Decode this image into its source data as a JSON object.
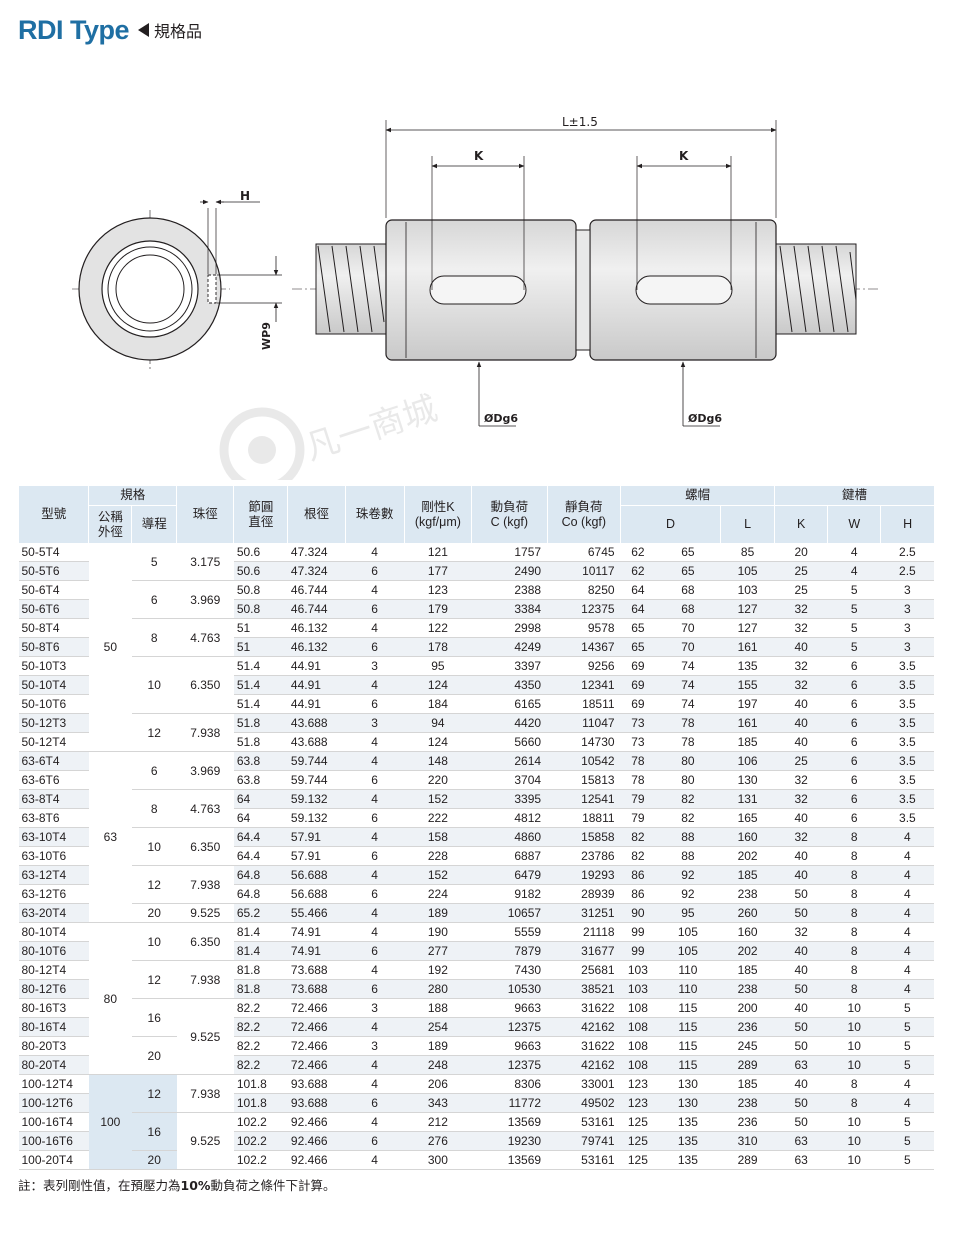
{
  "header": {
    "title": "RDI Type",
    "subtitle": "規格品"
  },
  "drawing": {
    "length_label": "L±1.5",
    "k_label": "K",
    "h_label": "H",
    "w_label": "WP9",
    "dia_label": "ØDg6"
  },
  "table": {
    "headers": {
      "model": "型號",
      "spec": "規格",
      "nominal": "公稱外徑",
      "lead": "導程",
      "ball": "珠徑",
      "pitch": "節圓直徑",
      "root": "根徑",
      "turns": "珠卷數",
      "stiffness_1": "剛性K",
      "stiffness_2": "(kgf/μm)",
      "dyn_1": "動負荷",
      "dyn_2": "C (kgf)",
      "stat_1": "靜負荷",
      "stat_2": "Co (kgf)",
      "nut": "螺帽",
      "D": "D",
      "L": "L",
      "key": "鍵槽",
      "K": "K",
      "W": "W",
      "H": "H"
    },
    "groups": [
      {
        "nominal": "50",
        "leads": [
          {
            "lead": "5",
            "ball": "3.175",
            "rows": 2
          },
          {
            "lead": "6",
            "ball": "3.969",
            "rows": 2
          },
          {
            "lead": "8",
            "ball": "4.763",
            "rows": 2
          },
          {
            "lead": "10",
            "ball": "6.350",
            "rows": 3
          },
          {
            "lead": "12",
            "ball": "7.938",
            "rows": 2
          }
        ]
      },
      {
        "nominal": "63",
        "leads": [
          {
            "lead": "6",
            "ball": "3.969",
            "rows": 2
          },
          {
            "lead": "8",
            "ball": "4.763",
            "rows": 2
          },
          {
            "lead": "10",
            "ball": "6.350",
            "rows": 2
          },
          {
            "lead": "12",
            "ball": "7.938",
            "rows": 2
          },
          {
            "lead": "20",
            "ball": "9.525",
            "rows": 1
          }
        ]
      },
      {
        "nominal": "80",
        "leads": [
          {
            "lead": "10",
            "ball": "6.350",
            "rows": 2
          },
          {
            "lead": "12",
            "ball": "7.938",
            "rows": 2
          },
          {
            "lead": "16",
            "ball": "9.525",
            "rows": 2,
            "ball_rows": 4
          },
          {
            "lead": "20",
            "ball": null,
            "rows": 2
          }
        ]
      },
      {
        "nominal": "100",
        "leads": [
          {
            "lead": "12",
            "ball": "7.938",
            "rows": 2
          },
          {
            "lead": "16",
            "ball": "9.525",
            "rows": 2,
            "ball_rows": 3
          },
          {
            "lead": "20",
            "ball": null,
            "rows": 1
          }
        ]
      }
    ],
    "rows": [
      [
        "50-5T4",
        "50.6",
        "47.324",
        "4",
        "121",
        "1757",
        "6745",
        "62",
        "65",
        "85",
        "20",
        "4",
        "2.5"
      ],
      [
        "50-5T6",
        "50.6",
        "47.324",
        "6",
        "177",
        "2490",
        "10117",
        "62",
        "65",
        "105",
        "25",
        "4",
        "2.5"
      ],
      [
        "50-6T4",
        "50.8",
        "46.744",
        "4",
        "123",
        "2388",
        "8250",
        "64",
        "68",
        "103",
        "25",
        "5",
        "3"
      ],
      [
        "50-6T6",
        "50.8",
        "46.744",
        "6",
        "179",
        "3384",
        "12375",
        "64",
        "68",
        "127",
        "32",
        "5",
        "3"
      ],
      [
        "50-8T4",
        "51",
        "46.132",
        "4",
        "122",
        "2998",
        "9578",
        "65",
        "70",
        "127",
        "32",
        "5",
        "3"
      ],
      [
        "50-8T6",
        "51",
        "46.132",
        "6",
        "178",
        "4249",
        "14367",
        "65",
        "70",
        "161",
        "40",
        "5",
        "3"
      ],
      [
        "50-10T3",
        "51.4",
        "44.91",
        "3",
        "95",
        "3397",
        "9256",
        "69",
        "74",
        "135",
        "32",
        "6",
        "3.5"
      ],
      [
        "50-10T4",
        "51.4",
        "44.91",
        "4",
        "124",
        "4350",
        "12341",
        "69",
        "74",
        "155",
        "32",
        "6",
        "3.5"
      ],
      [
        "50-10T6",
        "51.4",
        "44.91",
        "6",
        "184",
        "6165",
        "18511",
        "69",
        "74",
        "197",
        "40",
        "6",
        "3.5"
      ],
      [
        "50-12T3",
        "51.8",
        "43.688",
        "3",
        "94",
        "4420",
        "11047",
        "73",
        "78",
        "161",
        "40",
        "6",
        "3.5"
      ],
      [
        "50-12T4",
        "51.8",
        "43.688",
        "4",
        "124",
        "5660",
        "14730",
        "73",
        "78",
        "185",
        "40",
        "6",
        "3.5"
      ],
      [
        "63-6T4",
        "63.8",
        "59.744",
        "4",
        "148",
        "2614",
        "10542",
        "78",
        "80",
        "106",
        "25",
        "6",
        "3.5"
      ],
      [
        "63-6T6",
        "63.8",
        "59.744",
        "6",
        "220",
        "3704",
        "15813",
        "78",
        "80",
        "130",
        "32",
        "6",
        "3.5"
      ],
      [
        "63-8T4",
        "64",
        "59.132",
        "4",
        "152",
        "3395",
        "12541",
        "79",
        "82",
        "131",
        "32",
        "6",
        "3.5"
      ],
      [
        "63-8T6",
        "64",
        "59.132",
        "6",
        "222",
        "4812",
        "18811",
        "79",
        "82",
        "165",
        "40",
        "6",
        "3.5"
      ],
      [
        "63-10T4",
        "64.4",
        "57.91",
        "4",
        "158",
        "4860",
        "15858",
        "82",
        "88",
        "160",
        "32",
        "8",
        "4"
      ],
      [
        "63-10T6",
        "64.4",
        "57.91",
        "6",
        "228",
        "6887",
        "23786",
        "82",
        "88",
        "202",
        "40",
        "8",
        "4"
      ],
      [
        "63-12T4",
        "64.8",
        "56.688",
        "4",
        "152",
        "6479",
        "19293",
        "86",
        "92",
        "185",
        "40",
        "8",
        "4"
      ],
      [
        "63-12T6",
        "64.8",
        "56.688",
        "6",
        "224",
        "9182",
        "28939",
        "86",
        "92",
        "238",
        "50",
        "8",
        "4"
      ],
      [
        "63-20T4",
        "65.2",
        "55.466",
        "4",
        "189",
        "10657",
        "31251",
        "90",
        "95",
        "260",
        "50",
        "8",
        "4"
      ],
      [
        "80-10T4",
        "81.4",
        "74.91",
        "4",
        "190",
        "5559",
        "21118",
        "99",
        "105",
        "160",
        "32",
        "8",
        "4"
      ],
      [
        "80-10T6",
        "81.4",
        "74.91",
        "6",
        "277",
        "7879",
        "31677",
        "99",
        "105",
        "202",
        "40",
        "8",
        "4"
      ],
      [
        "80-12T4",
        "81.8",
        "73.688",
        "4",
        "192",
        "7430",
        "25681",
        "103",
        "110",
        "185",
        "40",
        "8",
        "4"
      ],
      [
        "80-12T6",
        "81.8",
        "73.688",
        "6",
        "280",
        "10530",
        "38521",
        "103",
        "110",
        "238",
        "50",
        "8",
        "4"
      ],
      [
        "80-16T3",
        "82.2",
        "72.466",
        "3",
        "188",
        "9663",
        "31622",
        "108",
        "115",
        "200",
        "40",
        "10",
        "5"
      ],
      [
        "80-16T4",
        "82.2",
        "72.466",
        "4",
        "254",
        "12375",
        "42162",
        "108",
        "115",
        "236",
        "50",
        "10",
        "5"
      ],
      [
        "80-20T3",
        "82.2",
        "72.466",
        "3",
        "189",
        "9663",
        "31622",
        "108",
        "115",
        "245",
        "50",
        "10",
        "5"
      ],
      [
        "80-20T4",
        "82.2",
        "72.466",
        "4",
        "248",
        "12375",
        "42162",
        "108",
        "115",
        "289",
        "63",
        "10",
        "5"
      ],
      [
        "100-12T4",
        "101.8",
        "93.688",
        "4",
        "206",
        "8306",
        "33001",
        "123",
        "130",
        "185",
        "40",
        "8",
        "4"
      ],
      [
        "100-12T6",
        "101.8",
        "93.688",
        "6",
        "343",
        "11772",
        "49502",
        "123",
        "130",
        "238",
        "50",
        "8",
        "4"
      ],
      [
        "100-16T4",
        "102.2",
        "92.466",
        "4",
        "212",
        "13569",
        "53161",
        "125",
        "135",
        "236",
        "50",
        "10",
        "5"
      ],
      [
        "100-16T6",
        "102.2",
        "92.466",
        "6",
        "276",
        "19230",
        "79741",
        "125",
        "135",
        "310",
        "63",
        "10",
        "5"
      ],
      [
        "100-20T4",
        "102.2",
        "92.466",
        "4",
        "300",
        "13569",
        "53161",
        "125",
        "135",
        "289",
        "63",
        "10",
        "5"
      ]
    ]
  },
  "note": {
    "prefix": "註：表列剛性值，在預壓力為",
    "bold": "10%",
    "suffix": "動負荷之條件下計算。"
  },
  "watermark": {
    "text": "凡一商城"
  },
  "colors": {
    "title": "#1f6fa3",
    "header_bg": "#dce8f2",
    "row_alt": "#eef2f6",
    "part_fill": "#e3e3e3"
  }
}
